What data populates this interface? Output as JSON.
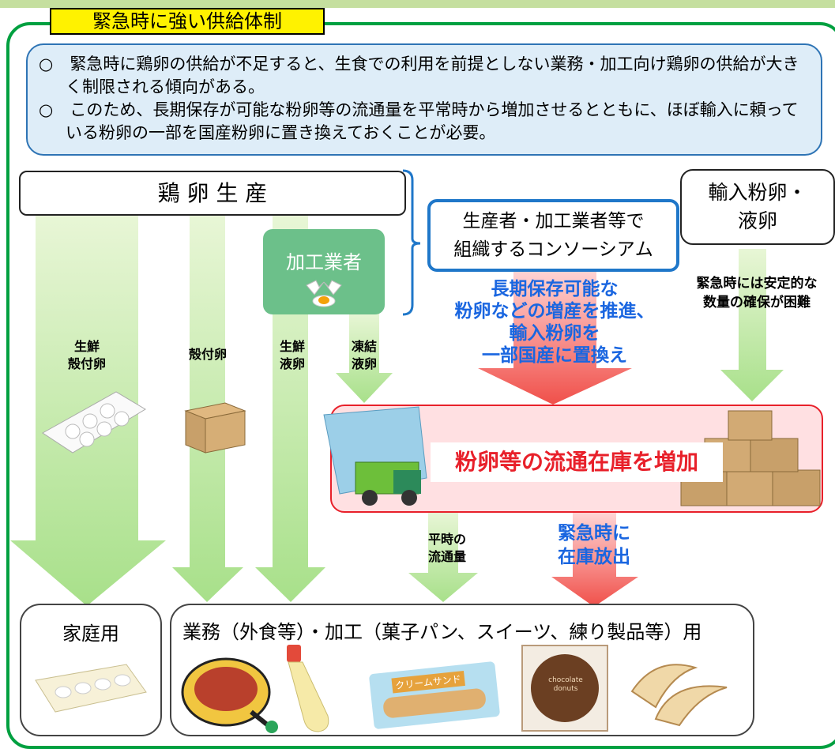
{
  "title": "緊急時に強い供給体制",
  "summary": {
    "line1": "○　緊急時に鶏卵の供給が不足すると、生食での利用を前提としない業務・加工向け鶏卵の供給が大きく制限される傾向がある。",
    "line2": "○　このため、長期保存が可能な粉卵等の流通量を平常時から増加させるとともに、ほぼ輸入に頼っている粉卵の一部を国産粉卵に置き換えておくことが必要。"
  },
  "production": "鶏 卵 生 産",
  "processor": "加工業者",
  "consortium": [
    "生産者・加工業者等で",
    "組織するコンソーシアム"
  ],
  "import_box": [
    "輸入粉卵・",
    "液卵"
  ],
  "flows": {
    "fresh_shell": [
      "生鮮",
      "殻付卵"
    ],
    "shell": [
      "殻付卵"
    ],
    "fresh_liquid": [
      "生鮮",
      "液卵"
    ],
    "frozen_liquid": [
      "凍結",
      "液卵"
    ],
    "peacetime": [
      "平時の",
      "流通量"
    ]
  },
  "promote": [
    "長期保存可能な",
    "粉卵などの増産を推進、",
    "輸入粉卵を",
    "一部国産に置換え"
  ],
  "import_note": [
    "緊急時には安定的な",
    "数量の確保が困難"
  ],
  "stock_label": "粉卵等の流通在庫を増加",
  "emergency": [
    "緊急時に",
    "在庫放出"
  ],
  "household": "家庭用",
  "business": "業務（外食等）・加工（菓子パン、スイーツ、練り製品等）用",
  "product_labels": {
    "bread": "クリームサンド",
    "donut": "chocolate donuts"
  },
  "colors": {
    "green_frame": "#00a040",
    "yellow_tab": "#fff200",
    "blue_border": "#2e74b5",
    "red_border": "#e8202a",
    "blue_text": "#1a66e0"
  }
}
